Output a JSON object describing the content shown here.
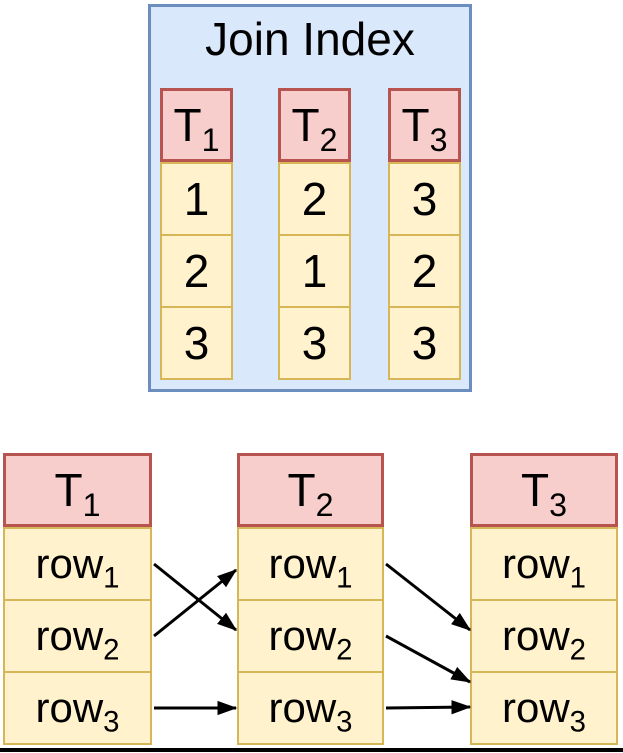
{
  "join_index": {
    "title": "Join Index",
    "columns": [
      {
        "header": {
          "base": "T",
          "sub": "1"
        },
        "values": [
          "1",
          "2",
          "3"
        ]
      },
      {
        "header": {
          "base": "T",
          "sub": "2"
        },
        "values": [
          "2",
          "1",
          "3"
        ]
      },
      {
        "header": {
          "base": "T",
          "sub": "3"
        },
        "values": [
          "3",
          "2",
          "3"
        ]
      }
    ]
  },
  "tables": [
    {
      "header": {
        "base": "T",
        "sub": "1"
      },
      "rows": [
        {
          "base": "row",
          "sub": "1"
        },
        {
          "base": "row",
          "sub": "2"
        },
        {
          "base": "row",
          "sub": "3"
        }
      ]
    },
    {
      "header": {
        "base": "T",
        "sub": "2"
      },
      "rows": [
        {
          "base": "row",
          "sub": "1"
        },
        {
          "base": "row",
          "sub": "2"
        },
        {
          "base": "row",
          "sub": "3"
        }
      ]
    },
    {
      "header": {
        "base": "T",
        "sub": "3"
      },
      "rows": [
        {
          "base": "row",
          "sub": "1"
        },
        {
          "base": "row",
          "sub": "2"
        },
        {
          "base": "row",
          "sub": "3"
        }
      ]
    }
  ],
  "arrows": [
    {
      "from_table": "T1",
      "from_row": 1,
      "to_table": "T2",
      "to_row": 2
    },
    {
      "from_table": "T1",
      "from_row": 2,
      "to_table": "T2",
      "to_row": 1
    },
    {
      "from_table": "T1",
      "from_row": 3,
      "to_table": "T2",
      "to_row": 3
    },
    {
      "from_table": "T2",
      "from_row": 1,
      "to_table": "T3",
      "to_row": 2
    },
    {
      "from_table": "T2",
      "from_row": 2,
      "to_table": "T3",
      "to_row": 3
    },
    {
      "from_table": "T2",
      "from_row": 3,
      "to_table": "T3",
      "to_row": 3
    }
  ],
  "colors": {
    "box_fill": "#dae8fc",
    "box_stroke": "#6c8ebf",
    "header_fill": "#f8cecc",
    "header_stroke": "#b85450",
    "cell_fill": "#fff2cc",
    "cell_stroke": "#d6b656",
    "arrow": "#000000"
  }
}
